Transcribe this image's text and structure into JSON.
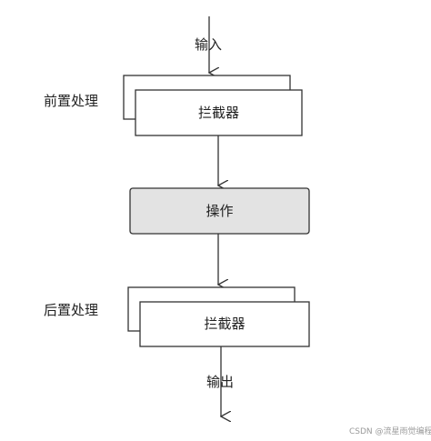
{
  "diagram": {
    "input_label": "输入",
    "output_label": "输出",
    "pre_process_label": "前置处理",
    "post_process_label": "后置处理",
    "top_interceptor_label": "拦截器",
    "operation_label": "操作",
    "bottom_interceptor_label": "拦截器",
    "colors": {
      "stroke": "#333333",
      "box_fill": "#ffffff",
      "operation_fill": "#e3e3e3"
    }
  },
  "watermark": "CSDN @流星雨觉编程"
}
